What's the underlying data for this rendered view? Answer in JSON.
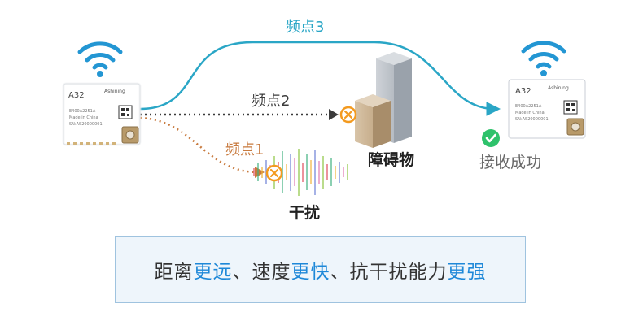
{
  "colors": {
    "path3": "#2aa6c6",
    "path2": "#3b3b3b",
    "path1": "#c87a3e",
    "marker": "#f39a1f",
    "success": "#2ec26b",
    "banner_highlight": "#1e88d8"
  },
  "labels": {
    "freq3": "频点3",
    "freq2": "频点2",
    "freq1": "频点1",
    "obstacle": "障碍物",
    "interference": "干扰",
    "success": "接收成功"
  },
  "left_module": {
    "model": "A32",
    "brand": "Ashining",
    "line1": "E400A2251A",
    "line2": "Made in China",
    "line3": "SN:AS20000001"
  },
  "right_module": {
    "model": "A32",
    "brand": "Ashining",
    "line1": "E400A2251A",
    "line2": "Made in China",
    "line3": "SN:AS20000001"
  },
  "banner": {
    "p1": "距离",
    "h1": "更远",
    "p2": "、速度",
    "h2": "更快",
    "p3": "、抗干扰能力",
    "h3": "更强"
  },
  "icons": [
    "wifi-icon",
    "wifi-icon",
    "x-circle-icon",
    "x-circle-icon",
    "check-circle-icon"
  ]
}
